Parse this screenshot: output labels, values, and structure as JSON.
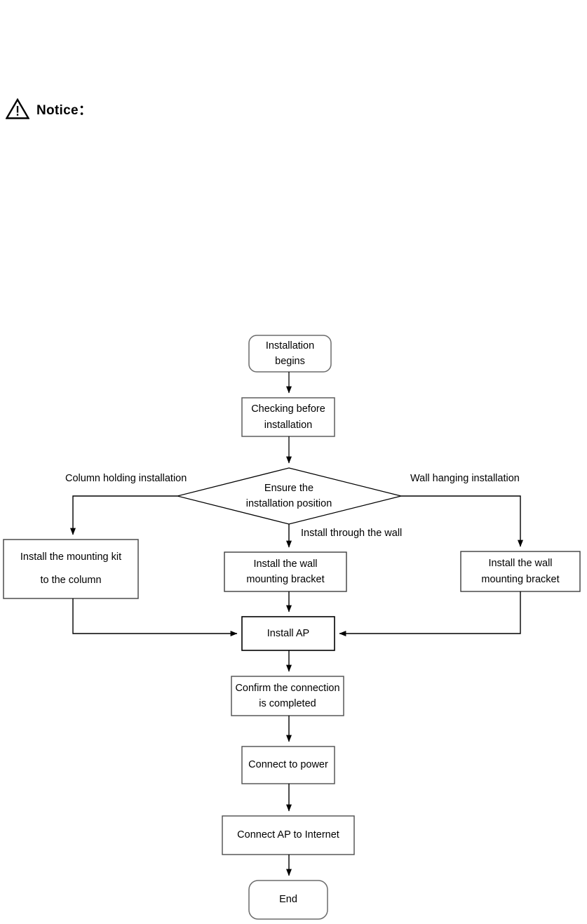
{
  "notice": {
    "icon": "warning-triangle-icon",
    "label": "Notice："
  },
  "flowchart": {
    "type": "flowchart",
    "orientation": "top-to-bottom",
    "stroke_color": "#000000",
    "fill_color": "#ffffff",
    "nodes": [
      {
        "id": "start",
        "shape": "rounded-rect",
        "lines": [
          "Installation",
          "begins"
        ]
      },
      {
        "id": "checking",
        "shape": "rect",
        "lines": [
          "Checking before",
          "installation"
        ]
      },
      {
        "id": "decision",
        "shape": "diamond",
        "lines": [
          "Ensure the",
          "installation  position"
        ]
      },
      {
        "id": "mounting-kit",
        "shape": "rect",
        "lines": [
          "Install the mounting kit",
          "to the column"
        ]
      },
      {
        "id": "bracket-middle",
        "shape": "rect",
        "lines": [
          "Install the wall",
          "mounting bracket"
        ]
      },
      {
        "id": "bracket-right",
        "shape": "rect",
        "lines": [
          "Install the wall",
          "mounting bracket"
        ]
      },
      {
        "id": "install-ap",
        "shape": "rect",
        "lines": [
          "Install AP"
        ]
      },
      {
        "id": "confirm",
        "shape": "rect",
        "lines": [
          "Confirm the connection",
          "is completed"
        ]
      },
      {
        "id": "connect-power",
        "shape": "rect",
        "lines": [
          "Connect to power"
        ]
      },
      {
        "id": "connect-net",
        "shape": "rect",
        "lines": [
          "Connect AP to Internet"
        ]
      },
      {
        "id": "end",
        "shape": "rounded-rect",
        "lines": [
          "End"
        ]
      }
    ],
    "edge_labels": [
      {
        "id": "branch-left",
        "text": "Column holding installation"
      },
      {
        "id": "branch-middle",
        "text": "Install through the wall"
      },
      {
        "id": "branch-right",
        "text": "Wall hanging installation"
      }
    ],
    "edges": [
      {
        "from": "start",
        "to": "checking"
      },
      {
        "from": "checking",
        "to": "decision"
      },
      {
        "from": "decision",
        "to": "mounting-kit",
        "label": "Column holding installation"
      },
      {
        "from": "decision",
        "to": "bracket-middle",
        "label": "Install through the wall"
      },
      {
        "from": "decision",
        "to": "bracket-right",
        "label": "Wall hanging installation"
      },
      {
        "from": "mounting-kit",
        "to": "install-ap"
      },
      {
        "from": "bracket-middle",
        "to": "install-ap"
      },
      {
        "from": "bracket-right",
        "to": "install-ap"
      },
      {
        "from": "install-ap",
        "to": "confirm"
      },
      {
        "from": "confirm",
        "to": "connect-power"
      },
      {
        "from": "connect-power",
        "to": "connect-net"
      },
      {
        "from": "connect-net",
        "to": "end"
      }
    ]
  }
}
